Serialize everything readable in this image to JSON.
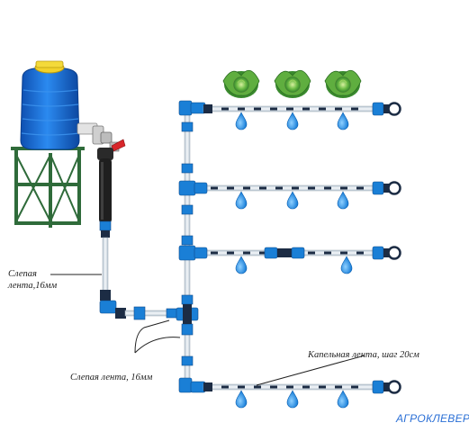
{
  "labels": {
    "blind_tape_top": "Слепая\nлента,16мм",
    "blind_tape_bottom": "Слепая лента, 16мм",
    "drip_tape": "Капельная лента, шаг 20см",
    "brand": "АГРОКЛЕВЕР"
  },
  "colors": {
    "tank_blue": "#1f6fd8",
    "tank_lid": "#f2d22a",
    "stand_green": "#2f6b3a",
    "pipe_light": "#dde6ee",
    "pipe_blue": "#1a7fd6",
    "connector_dark": "#1c2c44",
    "drop_blue": "#1e90e6",
    "cabbage_green": "#4ea83d",
    "valve_red": "#d8262b",
    "brand_text": "#2a6fd6"
  },
  "icons": [
    "water-tank-icon",
    "cabbage-icon",
    "water-drop-icon",
    "end-plug-icon",
    "tee-connector-icon",
    "valve-icon",
    "filter-icon"
  ]
}
